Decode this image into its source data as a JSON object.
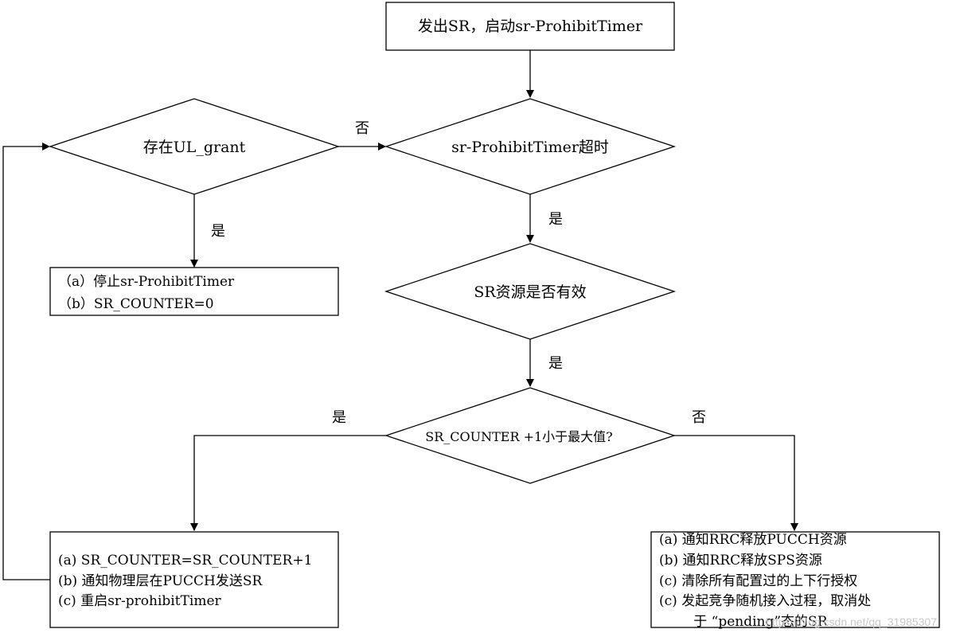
{
  "nodes": {
    "start": {
      "text": "发出SR，启动sr-ProhibitTimer"
    },
    "ul_grant": {
      "text": "存在UL_grant"
    },
    "timeout": {
      "text": "sr-ProhibitTimer超时"
    },
    "stop_box": {
      "lines": [
        "（a）停止sr-ProhibitTimer",
        "（b）SR_COUNTER=0"
      ]
    },
    "sr_valid": {
      "text": "SR资源是否有效"
    },
    "counter_check": {
      "text": "SR_COUNTER +1小于最大值?"
    },
    "increment_box": {
      "lines": [
        "(a)  SR_COUNTER=SR_COUNTER+1",
        "(b)  通知物理层在PUCCH发送SR",
        "(c)  重启sr-prohibitTimer"
      ]
    },
    "release_box": {
      "lines": [
        "(a)  通知RRC释放PUCCH资源",
        "(b)  通知RRC释放SPS资源",
        "(c)  清除所有配置过的上下行授权",
        "(c)  发起竞争随机接入过程，取消处",
        "        于 “pending”态的SR"
      ]
    }
  },
  "edges": {
    "ul_grant_no": "否",
    "ul_grant_yes": "是",
    "timeout_yes": "是",
    "sr_valid_yes": "是",
    "counter_yes": "是",
    "counter_no": "否"
  },
  "watermark": "https://blog.csdn.net/qq_31985307"
}
